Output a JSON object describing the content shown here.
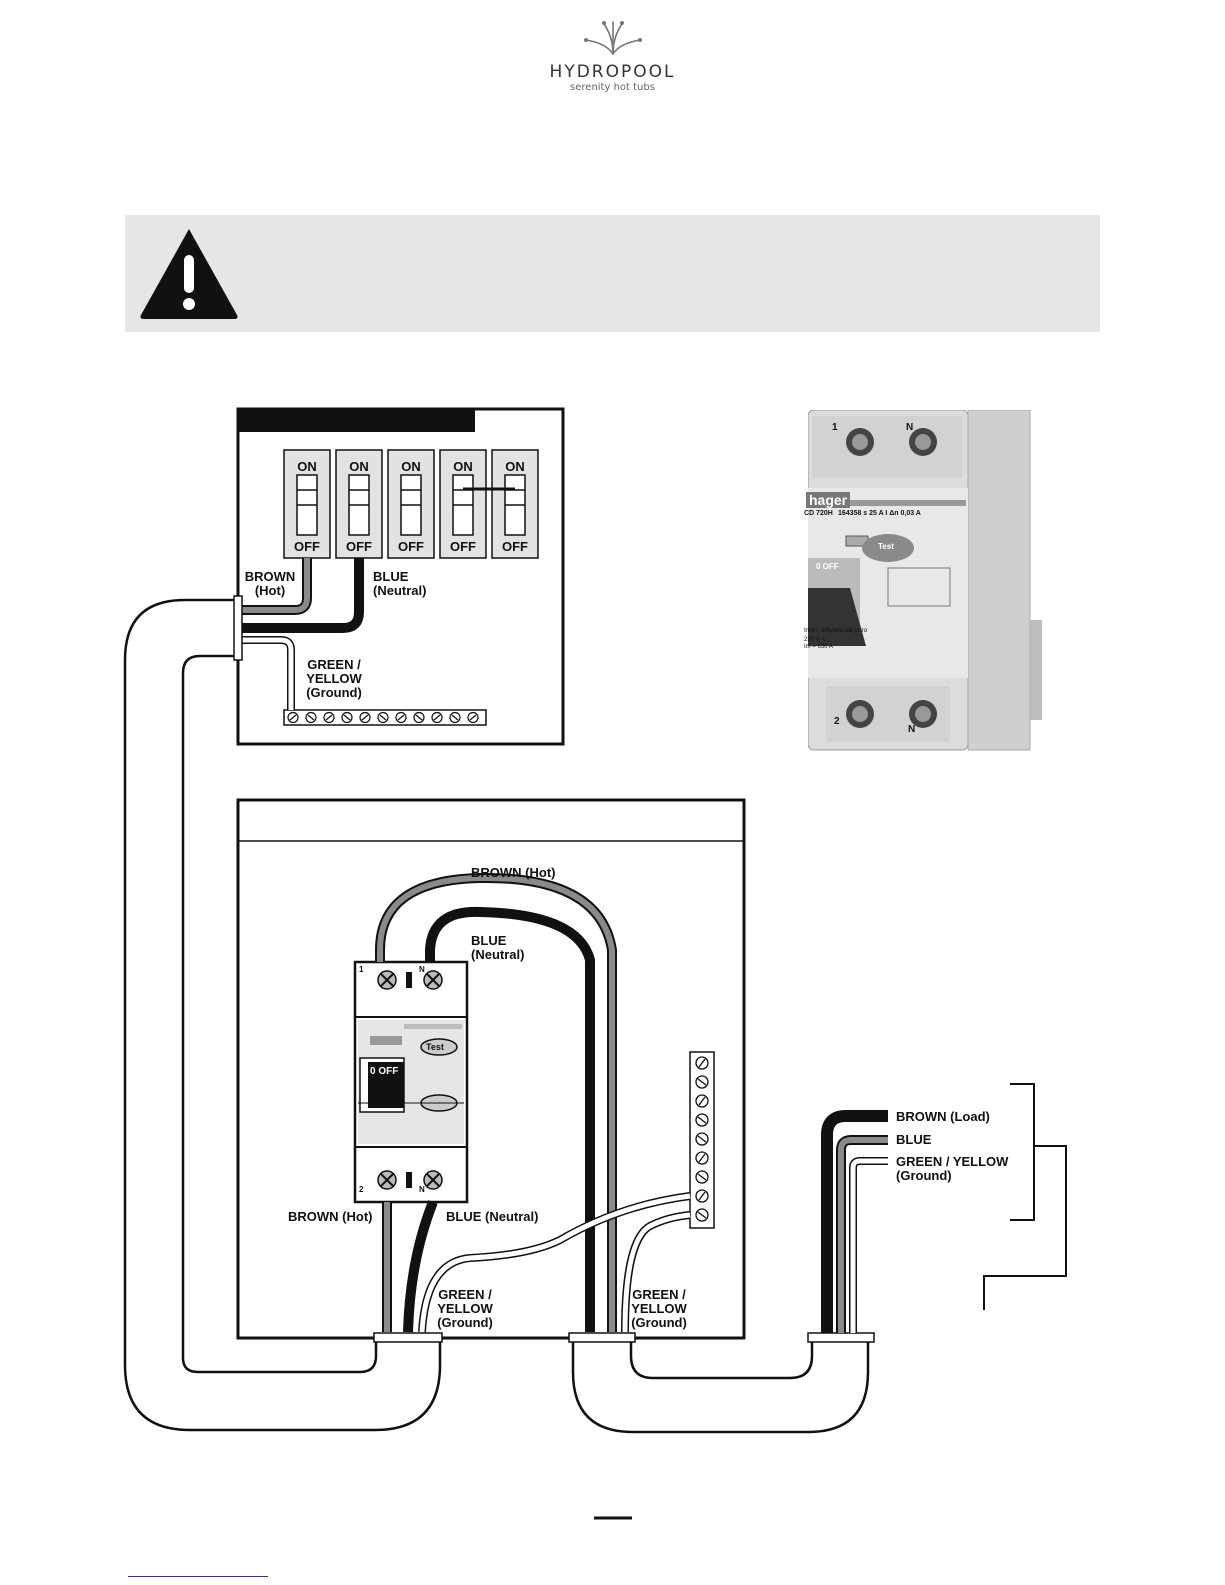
{
  "brand": {
    "name": "HYDROPOOL",
    "tagline": "serenity hot tubs",
    "logo_icon": "hydropool-logo-icon"
  },
  "warning": {
    "icon": "warning-triangle-icon"
  },
  "panel": {
    "switches": [
      {
        "on": "ON",
        "off": "OFF"
      },
      {
        "on": "ON",
        "off": "OFF"
      },
      {
        "on": "ON",
        "off": "OFF"
      },
      {
        "on": "ON",
        "off": "OFF"
      },
      {
        "on": "ON",
        "off": "OFF"
      }
    ],
    "brown_label": "BROWN\n(Hot)",
    "blue_label": "BLUE\n(Neutral)",
    "ground_label": "GREEN /\nYELLOW\n(Ground)"
  },
  "device_photo": {
    "brand": "hager",
    "model": "CD 720H",
    "rating": "164358 s  25 A  I Δn 0,03 A",
    "test": "Test",
    "off": "0 OFF",
    "note1": "Interr. differenziale puro",
    "note2": "230 V ∿",
    "note3": "Im = 630 A",
    "t1": "1",
    "tn": "N",
    "t2": "2",
    "tn2": "N"
  },
  "gfci_box": {
    "brown_top": "BROWN (Hot)",
    "blue_top": "BLUE\n(Neutral)",
    "test": "Test",
    "off": "0 OFF",
    "t1": "1",
    "tn": "N",
    "t2": "2",
    "tn2": "N",
    "brown_bottom": "BROWN (Hot)",
    "blue_bottom": "BLUE (Neutral)",
    "ground_left": "GREEN /\nYELLOW\n(Ground)",
    "ground_right": "GREEN /\nYELLOW\n(Ground)"
  },
  "load": {
    "brown": "BROWN (Load)",
    "blue": "BLUE",
    "ground": "GREEN / YELLOW\n(Ground)"
  },
  "colors": {
    "brown_wire": "#8a8a8a",
    "blue_wire": "#111111",
    "ground_wire": "#ffffff"
  }
}
